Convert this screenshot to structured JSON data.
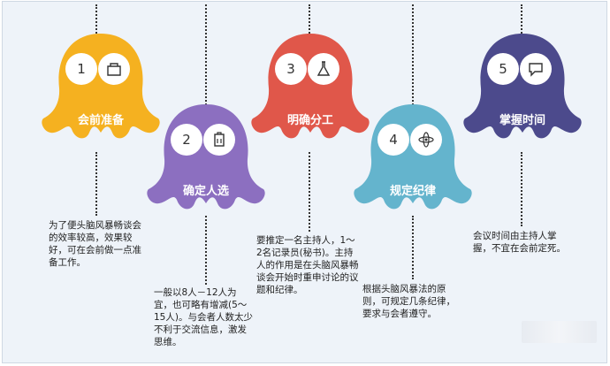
{
  "steps": [
    {
      "number": "1",
      "title": "会前准备",
      "icon": "bag-icon",
      "color": "#f5b120",
      "desc": [
        "为了便头脑风暴畅谈会",
        "的效率较高，效果较",
        "好，可在会前做一点准",
        "备工作。"
      ]
    },
    {
      "number": "2",
      "title": "确定人选",
      "icon": "clipboard-icon",
      "color": "#8c6fc0",
      "desc": [
        "一般以8人－12人为",
        "宜，也可略有增减(5～",
        "15人)。与会者人数太少",
        "不利于交流信息，激发",
        "思维。"
      ]
    },
    {
      "number": "3",
      "title": "明确分工",
      "icon": "flask-icon",
      "color": "#e0574a",
      "desc": [
        "要推定一名主持人，1～",
        "2名记录员(秘书)。主持",
        "人的作用是在头脑风暴畅",
        "谈会开始时重申讨论的议",
        "题和纪律。"
      ]
    },
    {
      "number": "4",
      "title": "规定纪律",
      "icon": "atom-icon",
      "color": "#64b4cd",
      "desc": [
        "根据头脑风暴法的原",
        "则，可规定几条纪律，",
        "要求与会者遵守。"
      ]
    },
    {
      "number": "5",
      "title": "掌握时间",
      "icon": "chat-icon",
      "color": "#4c4a8c",
      "desc": [
        "会议时间由主持人掌",
        "握，不宜在会前定死。"
      ]
    }
  ]
}
